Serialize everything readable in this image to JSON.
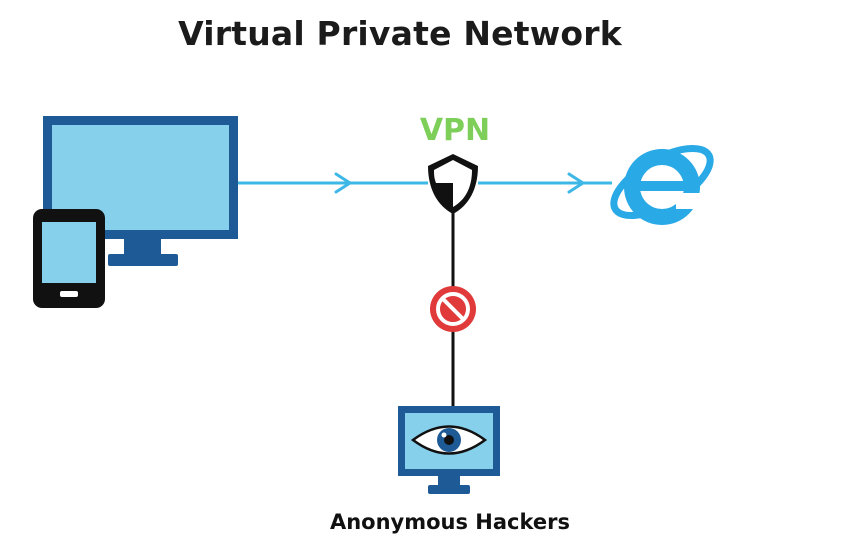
{
  "title": "Virtual Private Network",
  "vpn_label": "VPN",
  "hackers_label": "Anonymous Hackers",
  "colors": {
    "monitor_frame": "#1d5a96",
    "monitor_screen": "#87d0ec",
    "line": "#3db8e6",
    "vpn_text": "#7ecf5a",
    "block_red": "#e03a3a",
    "browser_blue": "#29a9e6",
    "dark": "#111111"
  },
  "icons": {
    "user_device": "desktop-monitor-icon",
    "mobile_device": "tablet-icon",
    "vpn": "shield-icon",
    "destination": "internet-explorer-icon",
    "block": "blocked-icon",
    "observer": "eye-monitor-icon"
  }
}
